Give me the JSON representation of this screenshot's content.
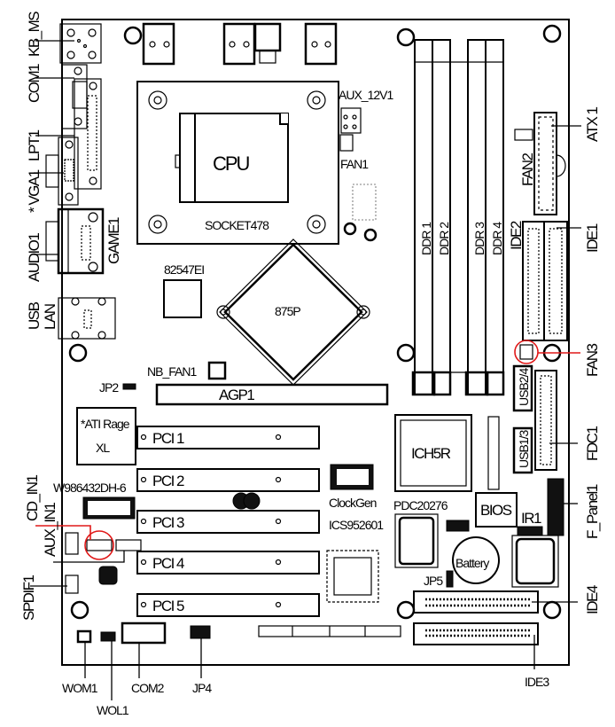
{
  "title": "Motherboard Layout Diagram",
  "accent_colors": {
    "highlight": "#e01818",
    "outline": "#000000",
    "background": "#ffffff"
  },
  "labels": {
    "kb_ms": "KB_MS",
    "com1": "COM1",
    "lpt1": "LPT1",
    "vga1": "* VGA1",
    "game1": "GAME1",
    "audio1": "AUDIO1",
    "usb": "USB",
    "lan": "LAN",
    "cpu": "CPU",
    "socket": "SOCKET478",
    "aux_12v1": "AUX_12V1",
    "fan1": "FAN1",
    "fan2": "FAN2",
    "atx1": "ATX 1",
    "ddr1": "DDR 1",
    "ddr2": "DDR 2",
    "ddr3": "DDR 3",
    "ddr4": "DDR 4",
    "ide1": "IDE1",
    "ide2": "IDE2",
    "ide3": "IDE3",
    "ide4": "IDE4",
    "fan3": "FAN3",
    "usb24": "USB2/4",
    "usb13": "USB1/3",
    "fdc1": "FDC1",
    "f_panel1": "F_Panel1",
    "ir1": "IR1",
    "bios": "BIOS",
    "battery": "Battery",
    "jp5": "JP5",
    "ich5r": "ICH5R",
    "pdc": "PDC20276",
    "clockgen": "ClockGen",
    "ics": "ICS952601",
    "chip_82547": "82547EI",
    "northbridge": "875P",
    "nb_fan1": "NB_FAN1",
    "agp1": "AGP1",
    "jp2": "JP2",
    "ati_line1": "*ATI Rage",
    "ati_line2": "XL",
    "w986": "W986432DH-6",
    "pci1": "PCI 1",
    "pci2": "PCI 2",
    "pci3": "PCI 3",
    "pci4": "PCI 4",
    "pci5": "PCI 5",
    "cd_in1": "CD_IN1",
    "aux_in1": "AUX_IN1",
    "spdif1": "SPDIF1",
    "wom1": "WOM1",
    "wol1": "WOL1",
    "com2": "COM2",
    "jp4": "JP4"
  }
}
